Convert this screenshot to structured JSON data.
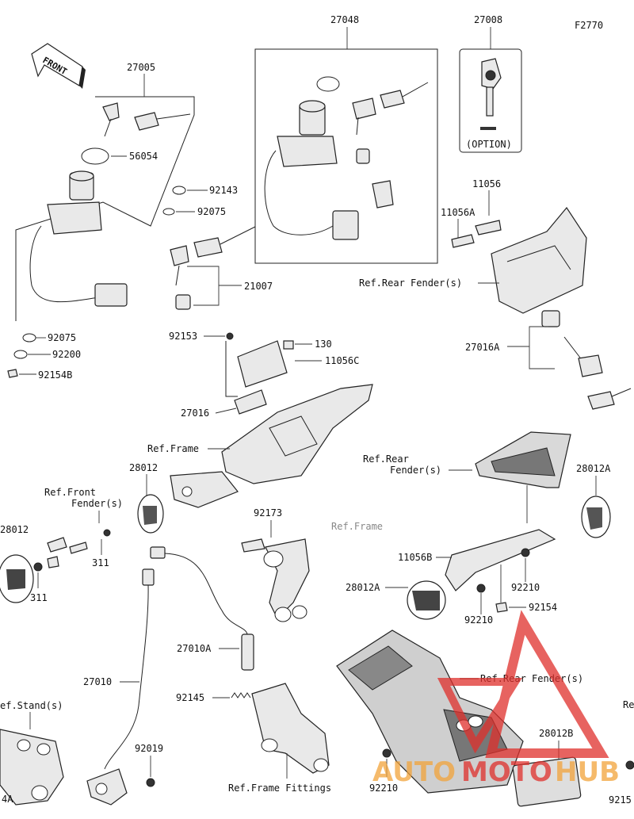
{
  "figure_id": "F2770",
  "front_label": "FRONT",
  "option_label": "(OPTION)",
  "callouts": {
    "c27005": "27005",
    "c56054": "56054",
    "c92143": "92143",
    "c92075a": "92075",
    "c21007": "21007",
    "c92075b": "92075",
    "c92200": "92200",
    "c92154b": "92154B",
    "c27048": "27048",
    "c27008": "27008",
    "c11056": "11056",
    "c11056a": "11056A",
    "c92153": "92153",
    "c130": "130",
    "c11056c": "11056C",
    "c27016": "27016",
    "c27016a": "27016A",
    "c28012": "28012",
    "c28012_left": "28012",
    "c311a": "311",
    "c311b": "311",
    "c92173": "92173",
    "c28012a": "28012A",
    "c28012a_b": "28012A",
    "c11056b": "11056B",
    "c92210a": "92210",
    "c92210b": "92210",
    "c92154": "92154",
    "c27010a": "27010A",
    "c27010": "27010",
    "c92145": "92145",
    "c92019": "92019",
    "c92210c": "92210",
    "c28012b": "28012B",
    "c92154_cut": "9215",
    "c4a_cut": "4A"
  },
  "refs": {
    "rear_fender_1": "Ref.Rear Fender(s)",
    "frame": "Ref.Frame",
    "rear_fender_2_line1": "Ref.Rear",
    "rear_fender_2_line2": "Fender(s)",
    "front_fender_line1": "Ref.Front",
    "front_fender_line2": "Fender(s)",
    "stand": "ef.Stand(s)",
    "rear_fender_3": "Ref.Rear Fender(s)",
    "frame_fittings": "Ref.Frame Fittings",
    "frame_faint": "Ref.Frame",
    "re_cut": "Re"
  },
  "watermark": {
    "text_part1": "AUTO",
    "text_part2": "MOTO",
    "text_part3": "HUB",
    "color_red": "#e0302c",
    "color_orange": "#f2a33a"
  }
}
